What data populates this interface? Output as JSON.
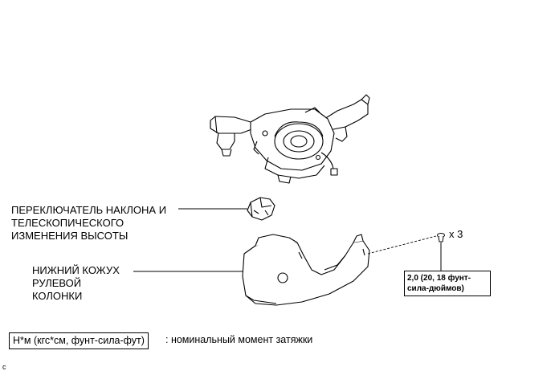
{
  "labels": {
    "tilt_switch": [
      "ПЕРЕКЛЮЧАТЕЛЬ НАКЛОНА И",
      "ТЕЛЕСКОПИЧЕСКОГО",
      "ИЗМЕНЕНИЯ ВЫСОТЫ"
    ],
    "lower_cover": [
      "НИЖНИЙ КОЖУХ",
      "РУЛЕВОЙ",
      "КОЛОНКИ"
    ]
  },
  "screw": {
    "quantity": "x 3"
  },
  "torque": {
    "line1": "2,0 (20, 18 фунт-",
    "line2": "сила-дюймов)"
  },
  "legend": {
    "units": "Н*м (кгс*см, фунт-сила-фут)",
    "description": ": номинальный момент затяжки"
  },
  "corner_mark": "c"
}
